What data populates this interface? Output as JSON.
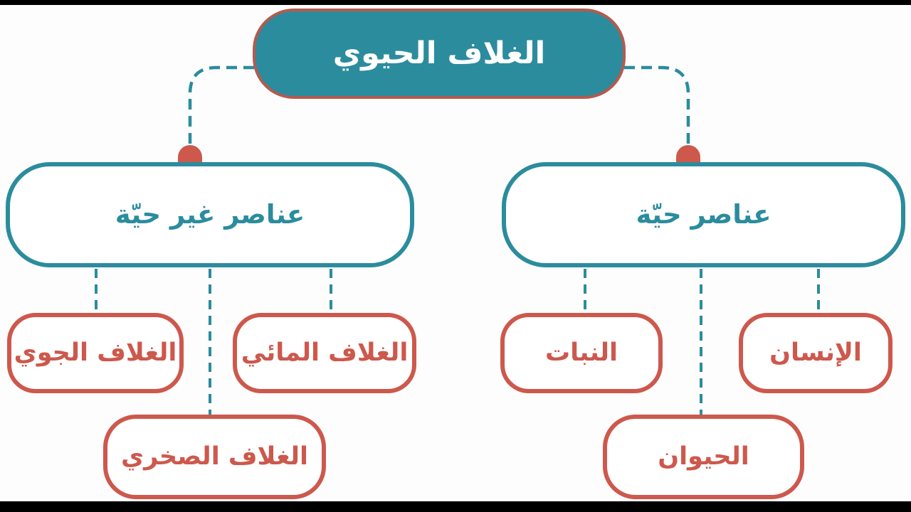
{
  "diagram": {
    "title": "Biosphere concept map",
    "root": {
      "label": "الغلاف الحيوي"
    },
    "branches": [
      {
        "label": "عناصر غير حيّة",
        "children": [
          {
            "label": "الغلاف الجوي"
          },
          {
            "label": "الغلاف المائي"
          },
          {
            "label": "الغلاف الصخري"
          }
        ]
      },
      {
        "label": "عناصر حيّة",
        "children": [
          {
            "label": "النبات"
          },
          {
            "label": "الإنسان"
          },
          {
            "label": "الحيوان"
          }
        ]
      }
    ],
    "colors": {
      "teal": "#2b8c9d",
      "red": "#cd584c",
      "root_border": "#b55a4e",
      "root_text": "#ffffff",
      "background": "#fdfdfd",
      "letterbox_bar": "#000000"
    }
  }
}
